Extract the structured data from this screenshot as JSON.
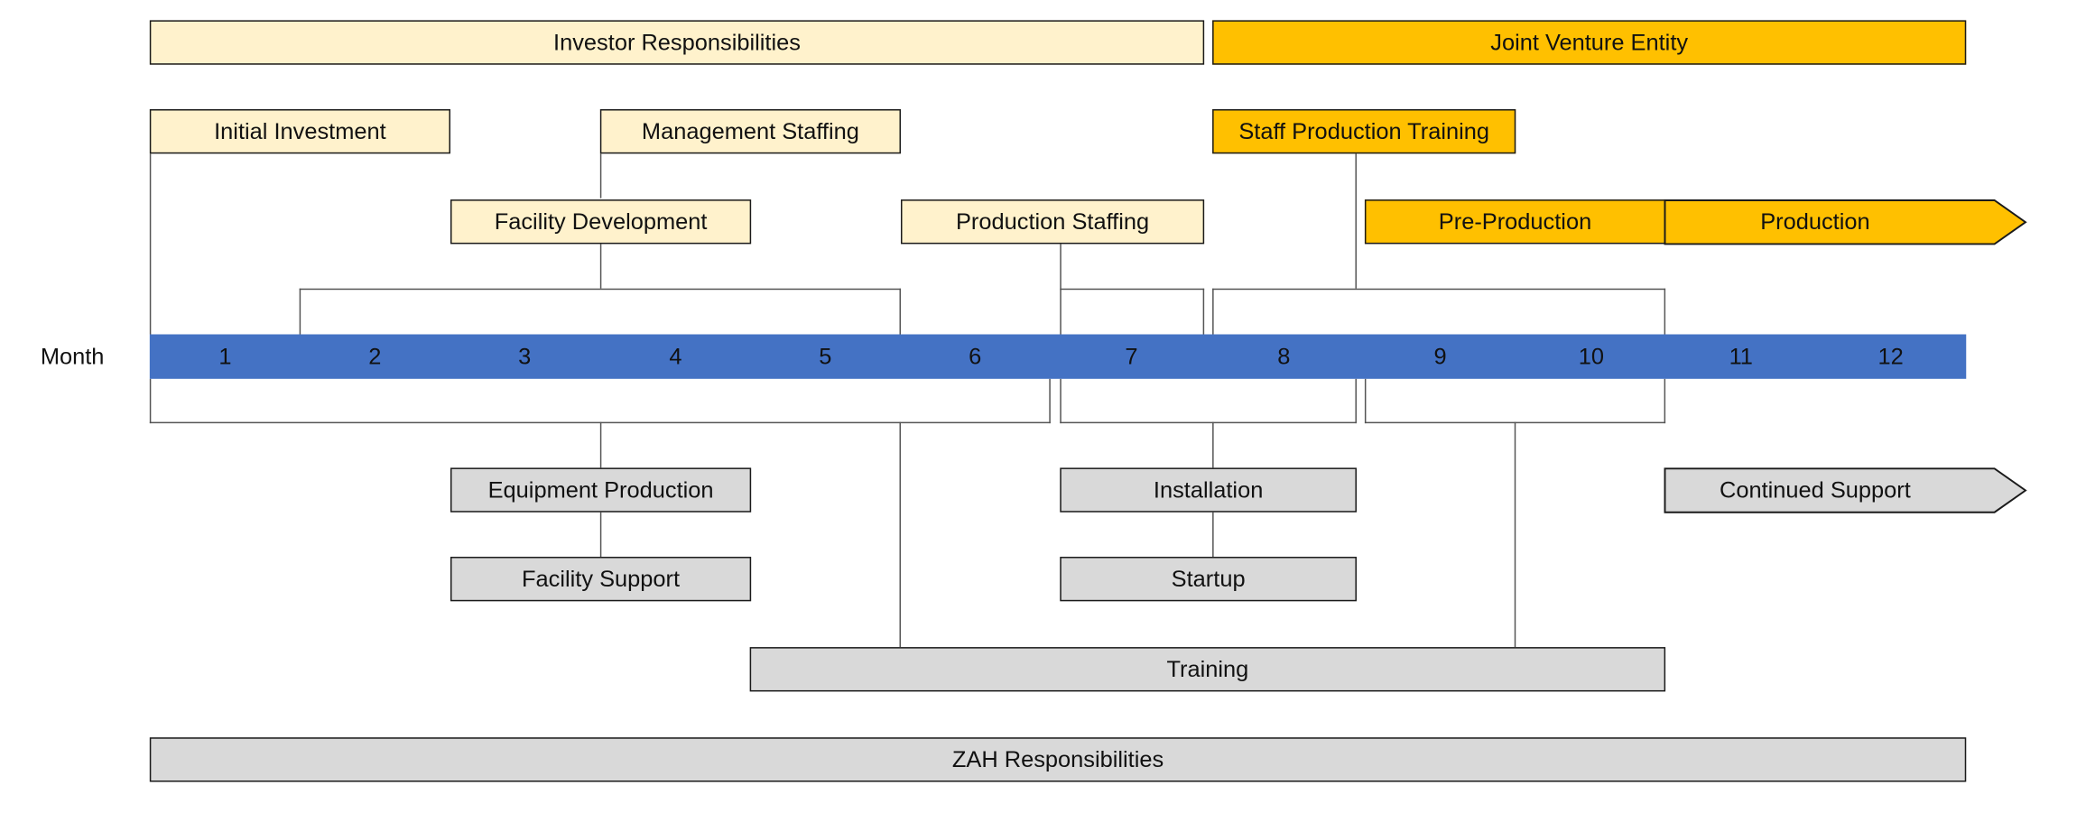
{
  "headers": {
    "investor": "Investor Responsibilities",
    "joint_venture": "Joint Venture Entity",
    "zah": "ZAH Responsibilities"
  },
  "timeline": {
    "label": "Month",
    "months": [
      "1",
      "2",
      "3",
      "4",
      "5",
      "6",
      "7",
      "8",
      "9",
      "10",
      "11",
      "12"
    ]
  },
  "investor_tasks": {
    "initial_investment": "Initial Investment",
    "management_staffing": "Management Staffing",
    "facility_development": "Facility Development",
    "production_staffing": "Production Staffing"
  },
  "jv_tasks": {
    "staff_production_training": "Staff Production Training",
    "pre_production": "Pre-Production",
    "production": "Production"
  },
  "zah_tasks": {
    "equipment_production": "Equipment Production",
    "facility_support": "Facility Support",
    "installation": "Installation",
    "startup": "Startup",
    "training": "Training",
    "continued_support": "Continued Support"
  },
  "colors": {
    "investor_fill": "#fff2cc",
    "jv_fill": "#ffc000",
    "zah_fill": "#d9d9d9",
    "timeline_bar": "#4472c4"
  }
}
